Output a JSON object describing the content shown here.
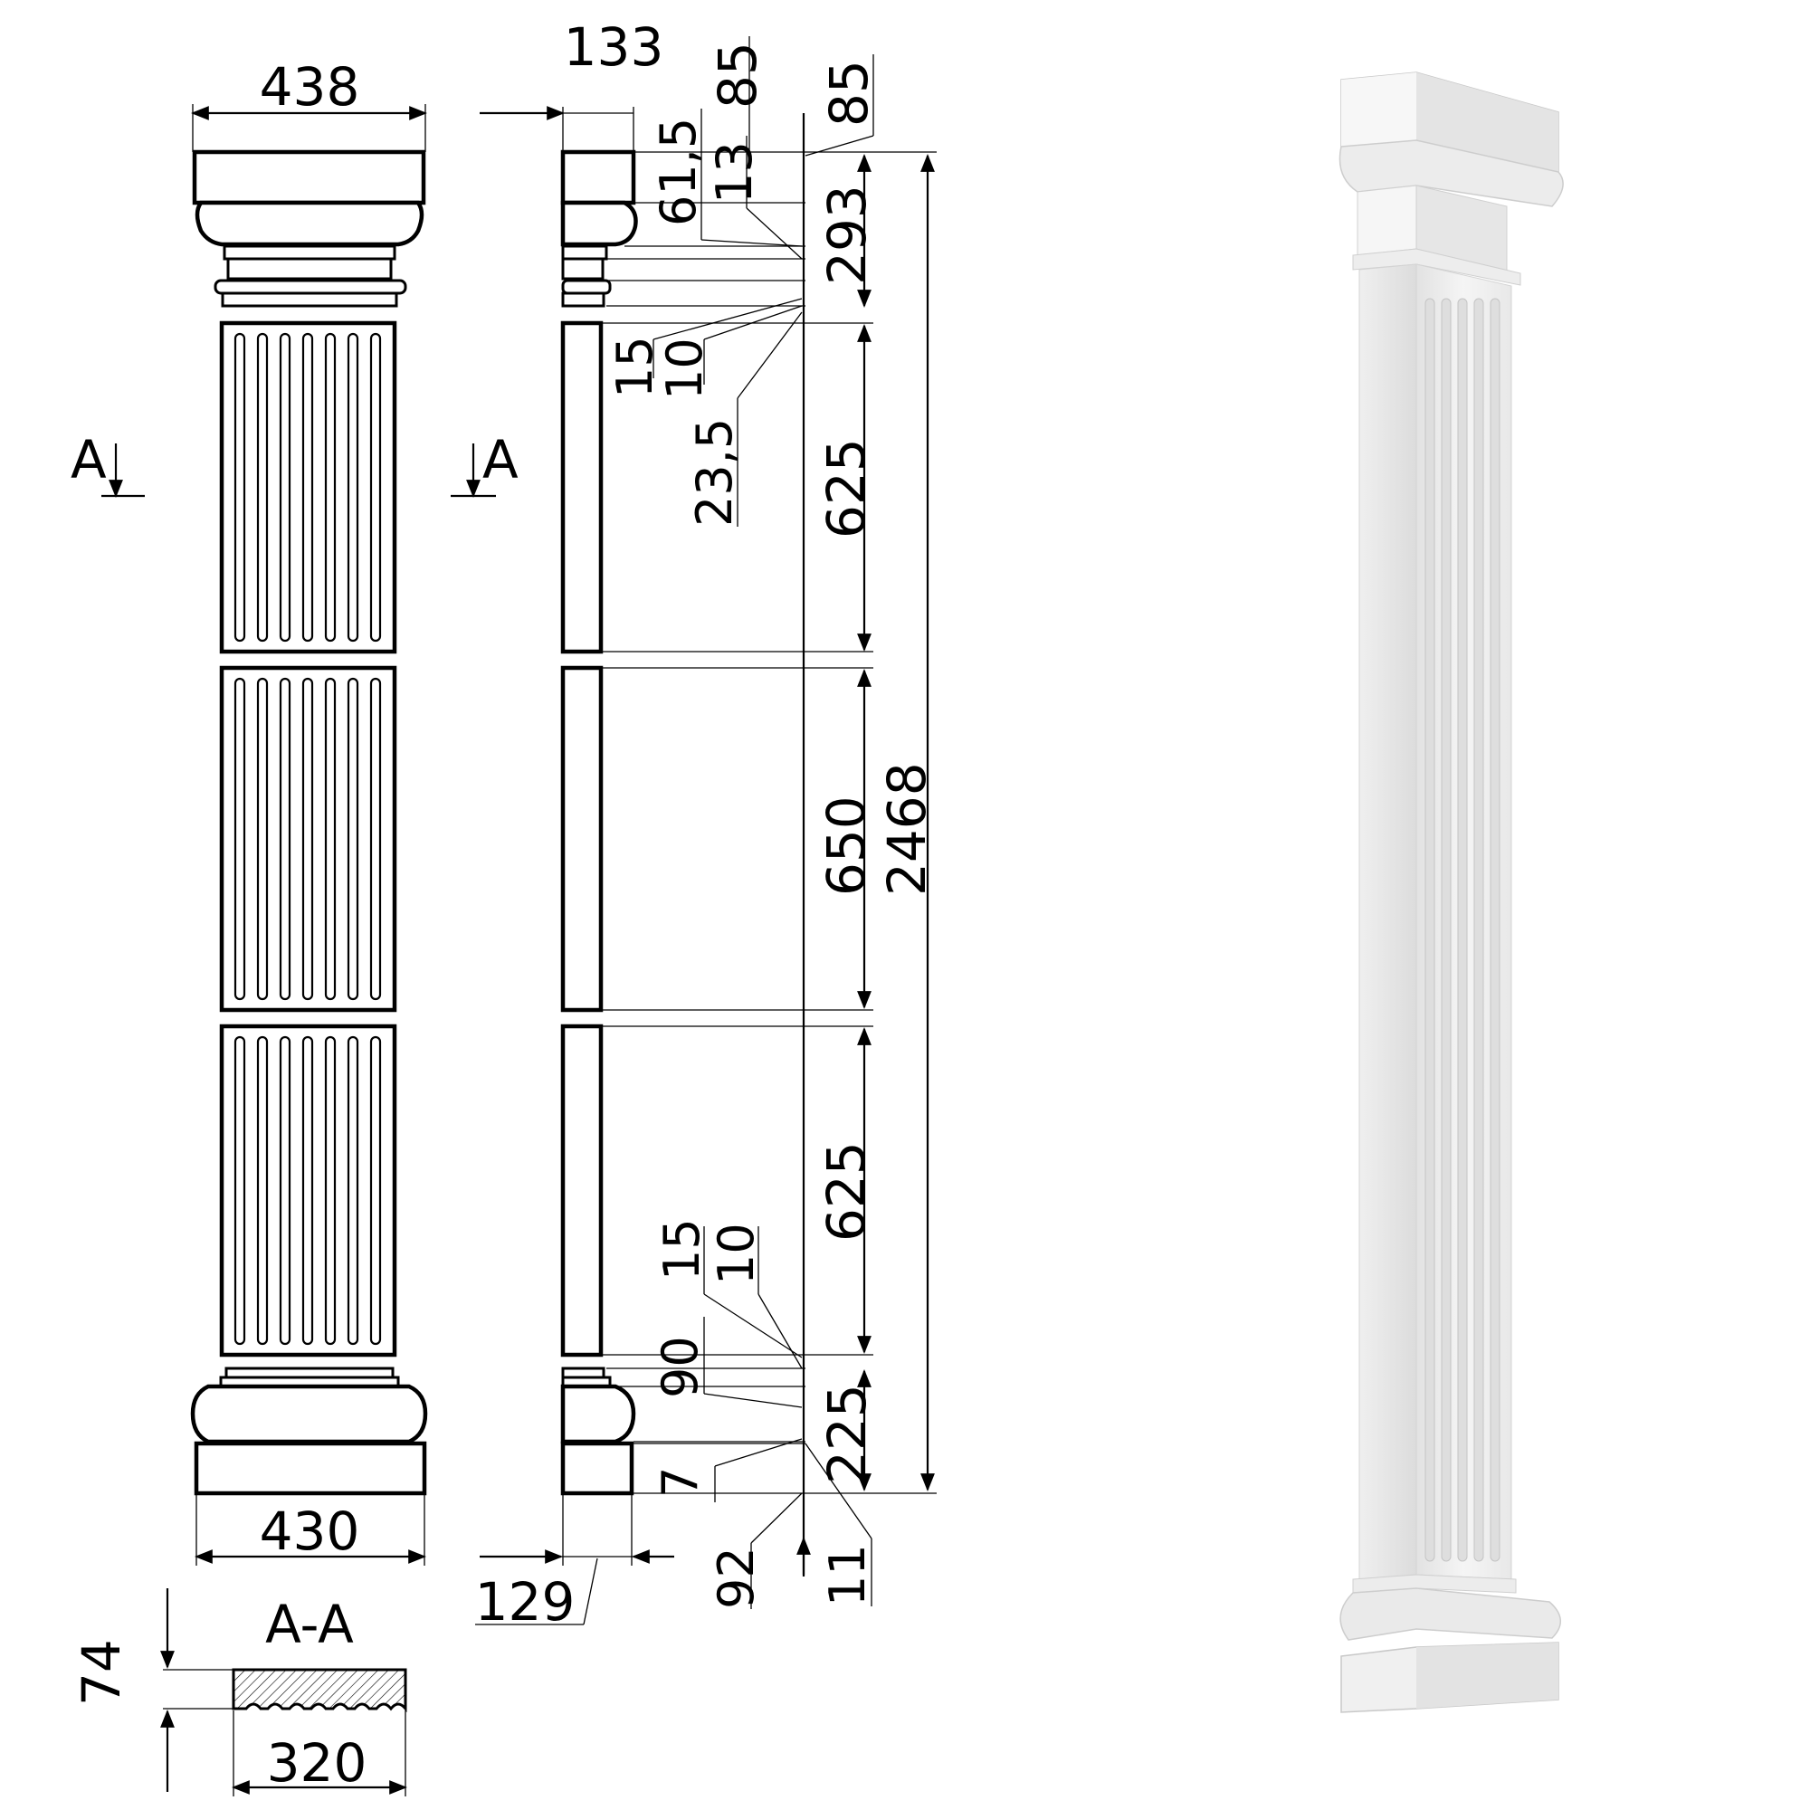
{
  "front_view": {
    "top_width": "438",
    "bottom_width": "430",
    "section_marker": "A"
  },
  "side_view": {
    "top_depth": "133",
    "bottom_depth": "129",
    "section_marker": "A",
    "capital_dims": [
      "85",
      "85",
      "61,5",
      "13",
      "293"
    ],
    "upper_small_dims": [
      "15",
      "10",
      "23,5"
    ],
    "segment_dims": [
      "625",
      "650",
      "625"
    ],
    "total_height": "2468",
    "lower_small_dims": [
      "15",
      "10",
      "90"
    ],
    "base_dims": [
      "225",
      "7",
      "92",
      "11"
    ]
  },
  "section": {
    "title": "A-A",
    "depth": "74",
    "width": "320"
  },
  "colors": {
    "line": "#000000",
    "render_light": "#f4f4f4",
    "render_shadow": "#d6d6d6"
  }
}
